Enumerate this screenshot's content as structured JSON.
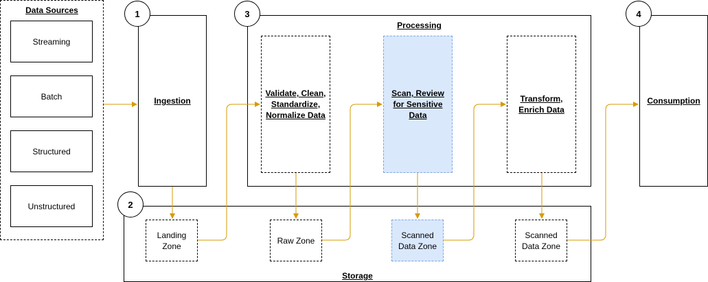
{
  "sources": {
    "title": "Data Sources",
    "items": [
      "Streaming",
      "Batch",
      "Structured",
      "Unstructured"
    ]
  },
  "ingestion": {
    "number": "1",
    "label": "Ingestion"
  },
  "processing": {
    "number": "3",
    "title": "Processing",
    "steps": [
      "Validate, Clean, Standardize, Normalize Data",
      "Scan, Review for Sensitive Data",
      "Transform, Enrich Data"
    ]
  },
  "consumption": {
    "number": "4",
    "label": "Consumption"
  },
  "storage": {
    "number": "2",
    "title": "Storage",
    "zones": [
      "Landing Zone",
      "Raw Zone",
      "Scanned Data Zone",
      "Scanned Data Zone"
    ]
  },
  "colors": {
    "arrow": "#d79b00",
    "highlight_fill": "#dae8fc",
    "highlight_border": "#7ea6e0"
  }
}
